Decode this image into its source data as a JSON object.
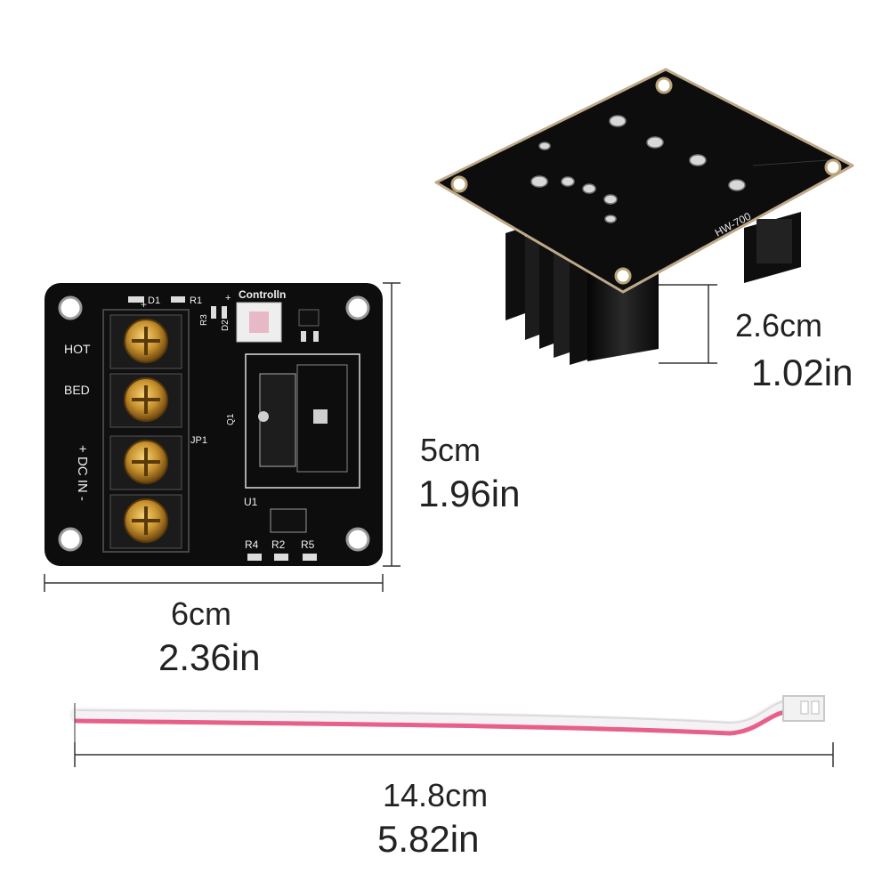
{
  "board": {
    "labels": {
      "d1": "D1",
      "r1": "R1",
      "control_in": "Controlln",
      "r3": "R3",
      "d2": "D2",
      "q1": "Q1",
      "hot": "HOT",
      "bed": "BED",
      "dc_in": "+ DC IN -",
      "jp1": "JP1",
      "u1": "U1",
      "r4": "R4",
      "r2": "R2",
      "r5": "R5",
      "plus_d1": "+",
      "plus_d2": "+"
    }
  },
  "board_back": {
    "model_text": "HW-700"
  },
  "dimensions": {
    "height_module": {
      "cm": "2.6cm",
      "in": "1.02in"
    },
    "board_height": {
      "cm": "5cm",
      "in": "1.96in"
    },
    "board_width": {
      "cm": "6cm",
      "in": "2.36in"
    },
    "cable_length": {
      "cm": "14.8cm",
      "in": "5.82in"
    }
  },
  "colors": {
    "pcb": "#0d0d0d",
    "terminal_body": "#121212",
    "screw_gold": "#c8922e",
    "silkscreen": "#f0f0f0",
    "heatsink": "#1a1a1a",
    "cable_white": "#f4f2f4",
    "cable_pink": "#e8608a",
    "connector": "#f2f2f2"
  }
}
